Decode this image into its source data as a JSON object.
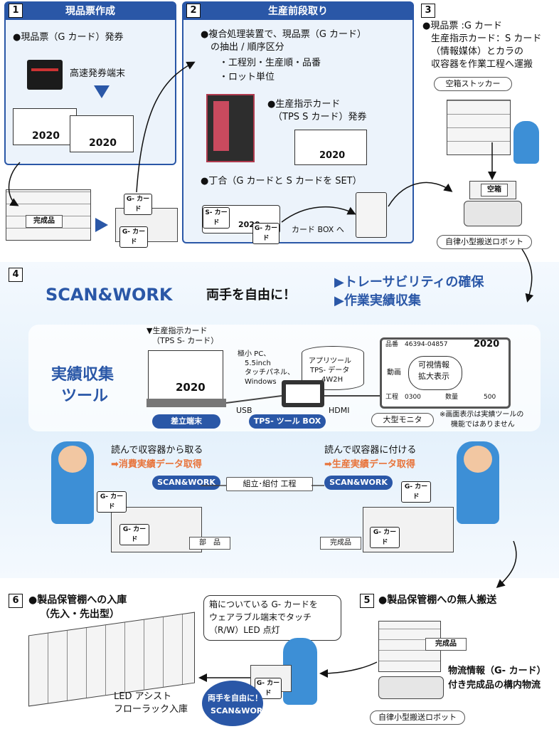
{
  "section1": {
    "num": "1",
    "title": "現品票作成",
    "line1": "●現品票（G カード）発券",
    "terminal": "高速発券端末",
    "year": "2020"
  },
  "section2": {
    "num": "2",
    "title": "生産前段取り",
    "line1": "●複合処理装置で、現品票（G カード）",
    "line2": "の抽出 / 順序区分",
    "bullet1": "・工程別・生産順・品番",
    "bullet2": "・ロット単位",
    "card_line1": "●生産指示カード",
    "card_line2": "（TPS S カード）発券",
    "set_line": "●丁合（G カードと S カードを SET）",
    "cardbox": "カード BOX へ",
    "s_card": "S- カード",
    "g_card": "G- カード",
    "year": "2020"
  },
  "section3": {
    "num": "3",
    "line1": "●現品票 :G カード",
    "line2": "生産指示カード：S カード",
    "line3": "（情報媒体）とカラの",
    "line4": "収容器を作業工程へ運搬",
    "stocker": "空箱ストッカー",
    "empty_box": "空箱",
    "robot": "自律小型搬送ロボット"
  },
  "finished_top": {
    "label": "完成品",
    "gcard": "G- カード",
    "gcard2": "G- カード"
  },
  "section4": {
    "num": "4",
    "brand": "SCAN&WORK",
    "slogan": "両手を自由に！",
    "benefit1": "▶トレーサビリティの確保",
    "benefit2": "▶作業実績収集",
    "tool_line1": "実績収集",
    "tool_line2": "ツール",
    "sheet_caption1": "▼生産指示カード",
    "sheet_caption2": "（TPS S- カード）",
    "sheet_year": "2020",
    "pc_line1": "極小 PC、",
    "pc_line2": "5.5inch",
    "pc_line3": "タッチパネル、",
    "pc_line4": "Windows",
    "db_line1": "アプリツール",
    "db_line2": "TPS- データ",
    "db_line3": "4W2H",
    "monitor_partno": "品番　46394-04857",
    "monitor_year": "2020",
    "monitor_video": "動画",
    "monitor_center1": "可視情報",
    "monitor_center2": "拡大表示",
    "monitor_process": "工程　0300",
    "monitor_qty_label": "数量",
    "monitor_qty": "500",
    "usb": "USB",
    "hdmi": "HDMI",
    "terminal": "差立端末",
    "box": "TPS- ツール BOX",
    "monitor": "大型モニタ",
    "note1": "※画面表示は実績ツールの",
    "note2": "機能ではありません",
    "left_line1": "読んで収容器から取る",
    "left_line2": "➡消費実績データ取得",
    "right_line1": "読んで収容器に付ける",
    "right_line2": "➡生産実績データ取得",
    "scan_left": "SCAN&WORK",
    "scan_right": "SCAN&WORK",
    "process": "組立･組付 工程",
    "parts": "部　品",
    "finished": "完成品",
    "gcard_left": "G- カード",
    "gcard_right": "G- カード",
    "gcard_box_left": "G- カード",
    "gcard_box_right": "G- カード"
  },
  "section5": {
    "num": "5",
    "title": "●製品保管棚への無人搬送",
    "finished": "完成品",
    "logistics1": "物流情報（G- カード）",
    "logistics2": "付き完成品の構内物流",
    "robot": "自律小型搬送ロボット"
  },
  "section6": {
    "num": "6",
    "title1": "●製品保管棚への入庫",
    "title2": "（先入・先出型）",
    "bubble1": "箱についている G- カードを",
    "bubble2": "ウェアラブル端末でタッチ",
    "bubble3": "（R/W）LED 点灯",
    "led1": "LED アシスト",
    "led2": "フローラック入庫",
    "circle1": "両手を自由に！",
    "circle2": "SCAN&WORK",
    "gcard": "G- カード"
  },
  "colors": {
    "primary": "#2a57a7",
    "orange": "#e8743b",
    "light": "#ecf3fb"
  }
}
